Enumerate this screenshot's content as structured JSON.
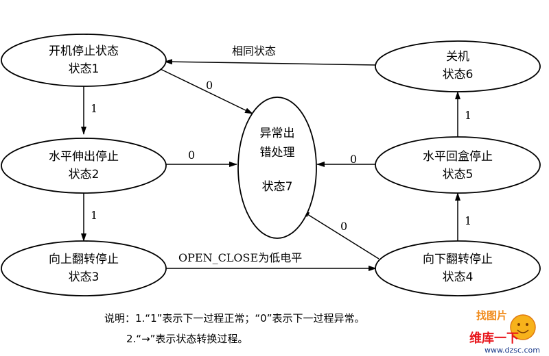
{
  "diagram": {
    "nodes": [
      {
        "id": "s1",
        "lines": [
          "开机停止状态",
          "状态1"
        ]
      },
      {
        "id": "s2",
        "lines": [
          "水平伸出停止",
          "状态2"
        ]
      },
      {
        "id": "s3",
        "lines": [
          "向上翻转停止",
          "状态3"
        ]
      },
      {
        "id": "s4",
        "lines": [
          "向下翻转停止",
          "状态4"
        ]
      },
      {
        "id": "s5",
        "lines": [
          "水平回盒停止",
          "状态5"
        ]
      },
      {
        "id": "s6",
        "lines": [
          "关机",
          "状态6"
        ]
      },
      {
        "id": "s7",
        "lines": [
          "异常出",
          "错处理",
          "",
          "状态7"
        ]
      }
    ],
    "edges": [
      {
        "from": "s1",
        "to": "s2",
        "label": "1"
      },
      {
        "from": "s2",
        "to": "s3",
        "label": "1"
      },
      {
        "from": "s3",
        "to": "s4",
        "label": "OPEN_CLOSE为低电平"
      },
      {
        "from": "s4",
        "to": "s5",
        "label": "1"
      },
      {
        "from": "s5",
        "to": "s6",
        "label": "1"
      },
      {
        "from": "s6",
        "to": "s1",
        "label": "相同状态"
      },
      {
        "from": "s1",
        "to": "s7",
        "label": "0"
      },
      {
        "from": "s2",
        "to": "s7",
        "label": "0"
      },
      {
        "from": "s5",
        "to": "s7",
        "label": "0"
      },
      {
        "from": "s4",
        "to": "s7",
        "label": "0"
      }
    ]
  },
  "notes": [
    "说明：1.“1”表示下一过程正常；“0”表示下一过程异常。",
    "2.“→”表示状态转换过程。"
  ],
  "watermark": {
    "logo": "找图片",
    "brand": "维库一下",
    "url": "www.dzsc.com"
  }
}
